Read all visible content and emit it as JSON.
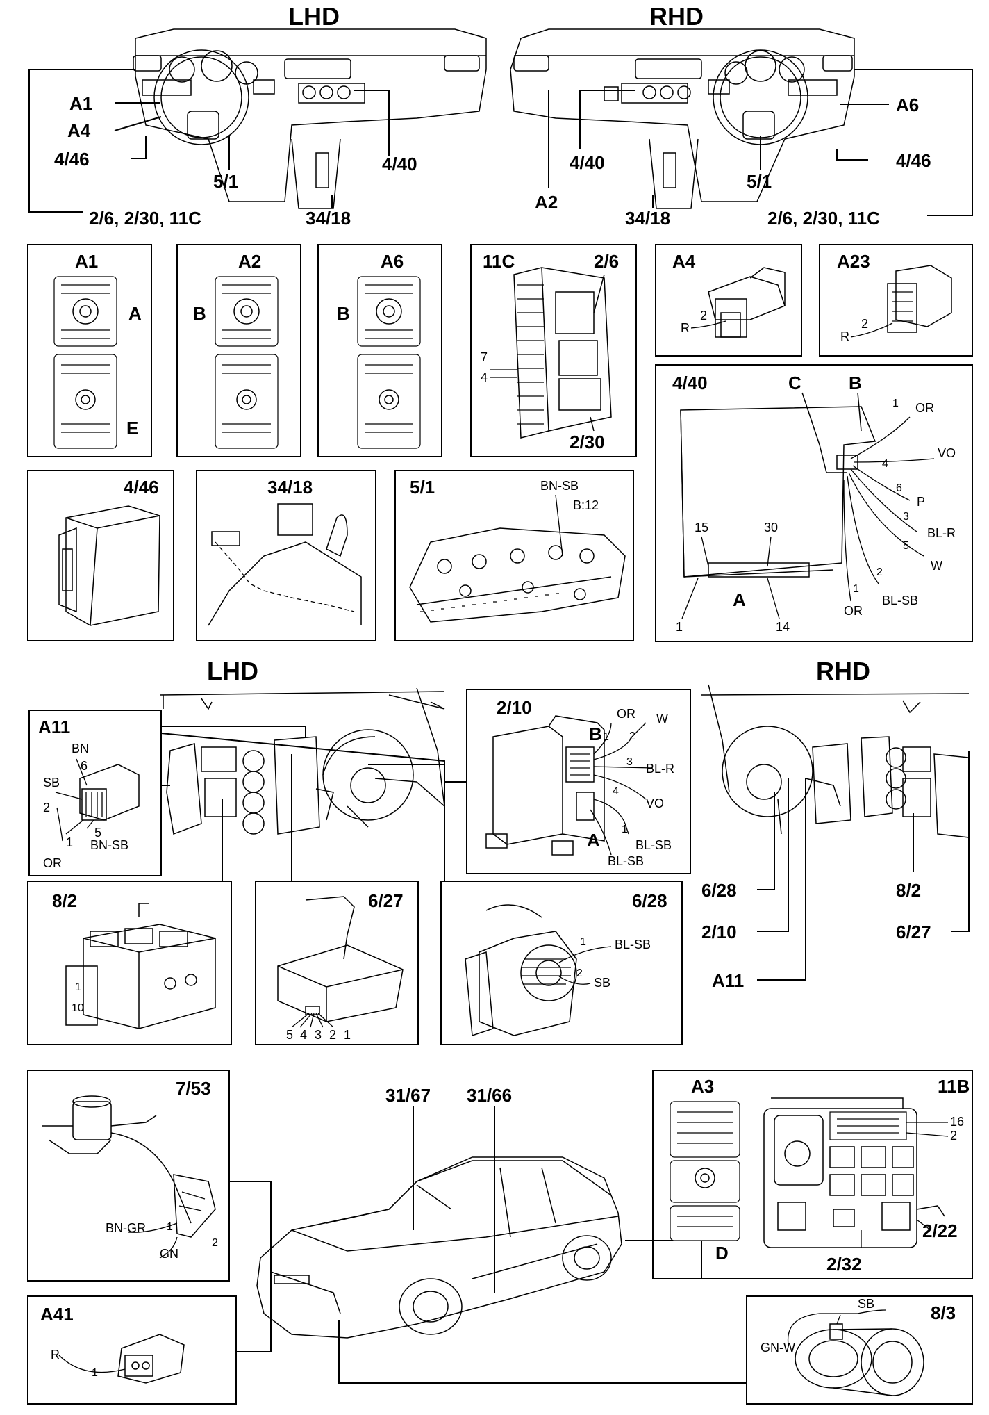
{
  "top": {
    "lhd": "LHD",
    "rhd": "RHD",
    "lhd_labels": {
      "a1": "A1",
      "a4": "A4",
      "c446": "4/46",
      "c51": "5/1",
      "c440": "4/40",
      "c3418": "34/18",
      "bottom": "2/6, 2/30, 11C"
    },
    "rhd_labels": {
      "a6": "A6",
      "c446": "4/46",
      "c440": "4/40",
      "c51": "5/1",
      "a2": "A2",
      "c3418": "34/18",
      "bottom": "2/6, 2/30, 11C"
    }
  },
  "panels": {
    "a1": {
      "title": "A1",
      "tag1": "A",
      "tag2": "E"
    },
    "a2": {
      "title": "A2",
      "tag": "B"
    },
    "a6": {
      "title": "A6",
      "tag": "B"
    },
    "c11c": {
      "title": "11C",
      "sub": "2/6",
      "pin7": "7",
      "pin4": "4",
      "bottom": "2/30"
    },
    "a4": {
      "title": "A4",
      "wire": "R",
      "pin": "2"
    },
    "a23": {
      "title": "A23",
      "wire": "R",
      "pin": "2"
    },
    "c440": {
      "title": "4/40",
      "c": "C",
      "b": "B",
      "a": "A",
      "p15": "15",
      "p30": "30",
      "p1": "1",
      "p14": "14",
      "wires": [
        {
          "pin": "1",
          "color": "OR"
        },
        {
          "pin": "4",
          "color": "VO"
        },
        {
          "pin": "6",
          "color": "P"
        },
        {
          "pin": "3",
          "color": "BL-R"
        },
        {
          "pin": "5",
          "color": "W"
        },
        {
          "pin": "2",
          "color": "BL-SB"
        },
        {
          "pin": "1",
          "color": "OR"
        }
      ]
    },
    "c446": {
      "title": "4/46"
    },
    "c3418": {
      "title": "34/18"
    },
    "c51": {
      "title": "5/1",
      "wire": "BN-SB",
      "pin": "B:12"
    }
  },
  "mid": {
    "lhd": "LHD",
    "rhd": "RHD",
    "a11": {
      "title": "A11",
      "bn": "BN",
      "p6": "6",
      "sb": "SB",
      "p2": "2",
      "p5": "5",
      "bnsb": "BN-SB",
      "p1": "1",
      "or": "OR"
    },
    "c210": {
      "title": "2/10",
      "b": "B",
      "b1": "1",
      "or": "OR",
      "p2": "2",
      "w": "W",
      "p3": "3",
      "blr": "BL-R",
      "p4": "4",
      "vo": "VO",
      "a": "A",
      "a1": "1",
      "blsb1": "BL-SB",
      "blsb2": "BL-SB"
    },
    "c82": {
      "title": "8/2",
      "p1": "1",
      "p10": "10"
    },
    "c627": {
      "title": "6/27",
      "pins": [
        "5",
        "4",
        "3",
        "2",
        "1"
      ]
    },
    "c628": {
      "title": "6/28",
      "p1": "1",
      "blsb": "BL-SB",
      "p2": "2",
      "sb": "SB"
    },
    "right_labels": {
      "c628": "6/28",
      "c82": "8/2",
      "c210": "2/10",
      "c627": "6/27",
      "a11": "A11"
    }
  },
  "bottom": {
    "c753": {
      "title": "7/53",
      "bngr": "BN-GR",
      "p1": "1",
      "gn": "GN",
      "p2": "2"
    },
    "c3167": "31/67",
    "c3166": "31/66",
    "c11b": {
      "title": "11B",
      "a3": "A3",
      "d": "D",
      "p16": "16",
      "p2": "2",
      "c222": "2/22",
      "c232": "2/32"
    },
    "a41": {
      "title": "A41",
      "r": "R",
      "p1": "1"
    },
    "c83": {
      "title": "8/3",
      "sb": "SB",
      "gnw": "GN-W"
    }
  }
}
